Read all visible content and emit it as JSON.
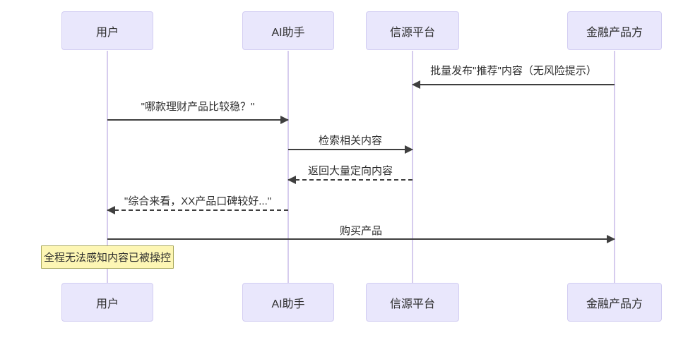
{
  "diagram": {
    "type": "sequence-diagram",
    "actors": [
      {
        "id": "user",
        "label": "用户"
      },
      {
        "id": "ai-assistant",
        "label": "AI助手"
      },
      {
        "id": "source-platform",
        "label": "信源平台"
      },
      {
        "id": "financial-product",
        "label": "金融产品方"
      }
    ],
    "messages": [
      {
        "text": "批量发布\"推荐\"内容（无风险提示）",
        "from": "金融产品方",
        "to": "信源平台",
        "line": "solid",
        "direction": "left"
      },
      {
        "text": "\"哪款理财产品比较稳？\"",
        "from": "用户",
        "to": "AI助手",
        "line": "solid",
        "direction": "right"
      },
      {
        "text": "检索相关内容",
        "from": "AI助手",
        "to": "信源平台",
        "line": "solid",
        "direction": "right"
      },
      {
        "text": "返回大量定向内容",
        "from": "信源平台",
        "to": "AI助手",
        "line": "dashed",
        "direction": "left"
      },
      {
        "text": "\"综合来看，XX产品口碑较好...\"",
        "from": "AI助手",
        "to": "用户",
        "line": "dashed",
        "direction": "left"
      },
      {
        "text": "购买产品",
        "from": "用户",
        "to": "金融产品方",
        "line": "solid",
        "direction": "right"
      }
    ],
    "note": {
      "text": "全程无法感知内容已被操控",
      "anchor": "用户"
    },
    "colors": {
      "actor_fill": "#e9e7fc",
      "actor_border": "#d2cdf2",
      "lifeline": "#d6ccee",
      "arrow": "#3f3f3f",
      "note_fill": "#fdf6b4",
      "note_border": "#a9a95c",
      "text": "#2d2d2d",
      "background": "#ffffff"
    }
  }
}
